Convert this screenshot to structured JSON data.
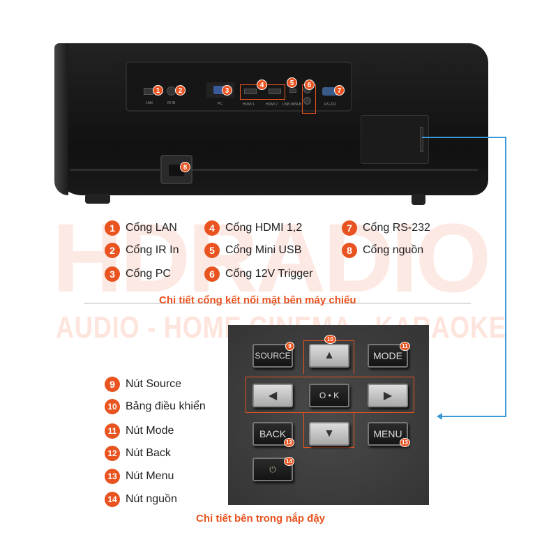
{
  "watermark": {
    "brand_a": "HD",
    "brand_b": "RADIO",
    "tagline": "AUDIO - HOME CINEMA - KARAOKE"
  },
  "ports": {
    "labels": [
      "LAN",
      "IR IN",
      "PC",
      "HDMI 1",
      "HDMI 2",
      "USB MINI-B",
      "RS-232"
    ],
    "legend": [
      {
        "n": "1",
        "label": "Cổng LAN"
      },
      {
        "n": "2",
        "label": "Cổng IR In"
      },
      {
        "n": "3",
        "label": "Cổng PC"
      },
      {
        "n": "4",
        "label": "Cổng HDMI 1,2"
      },
      {
        "n": "5",
        "label": "Cổng Mini USB"
      },
      {
        "n": "6",
        "label": "Cổng 12V Trigger"
      },
      {
        "n": "7",
        "label": "Cổng RS-232"
      },
      {
        "n": "8",
        "label": "Cổng nguồn"
      }
    ],
    "caption": "Chi tiết cổng kết nối mặt bên máy chiếu"
  },
  "panel": {
    "keys": {
      "source": "SOURCE",
      "mode": "MODE",
      "back": "BACK",
      "menu": "MENU",
      "ok": "O • K",
      "up": "▲",
      "down": "▼",
      "left": "◀",
      "right": "▶",
      "power": "⏻"
    },
    "legend": [
      {
        "n": "9",
        "label": "Nút Source"
      },
      {
        "n": "10",
        "label": "Bảng điều khiển"
      },
      {
        "n": "11",
        "label": "Nút Mode"
      },
      {
        "n": "12",
        "label": "Nút Back"
      },
      {
        "n": "13",
        "label": "Nút Menu"
      },
      {
        "n": "14",
        "label": "Nút nguồn"
      }
    ],
    "caption": "Chi tiết bên trong nắp đậy"
  },
  "colors": {
    "accent": "#e8531f",
    "connector": "#3a9ad9"
  }
}
